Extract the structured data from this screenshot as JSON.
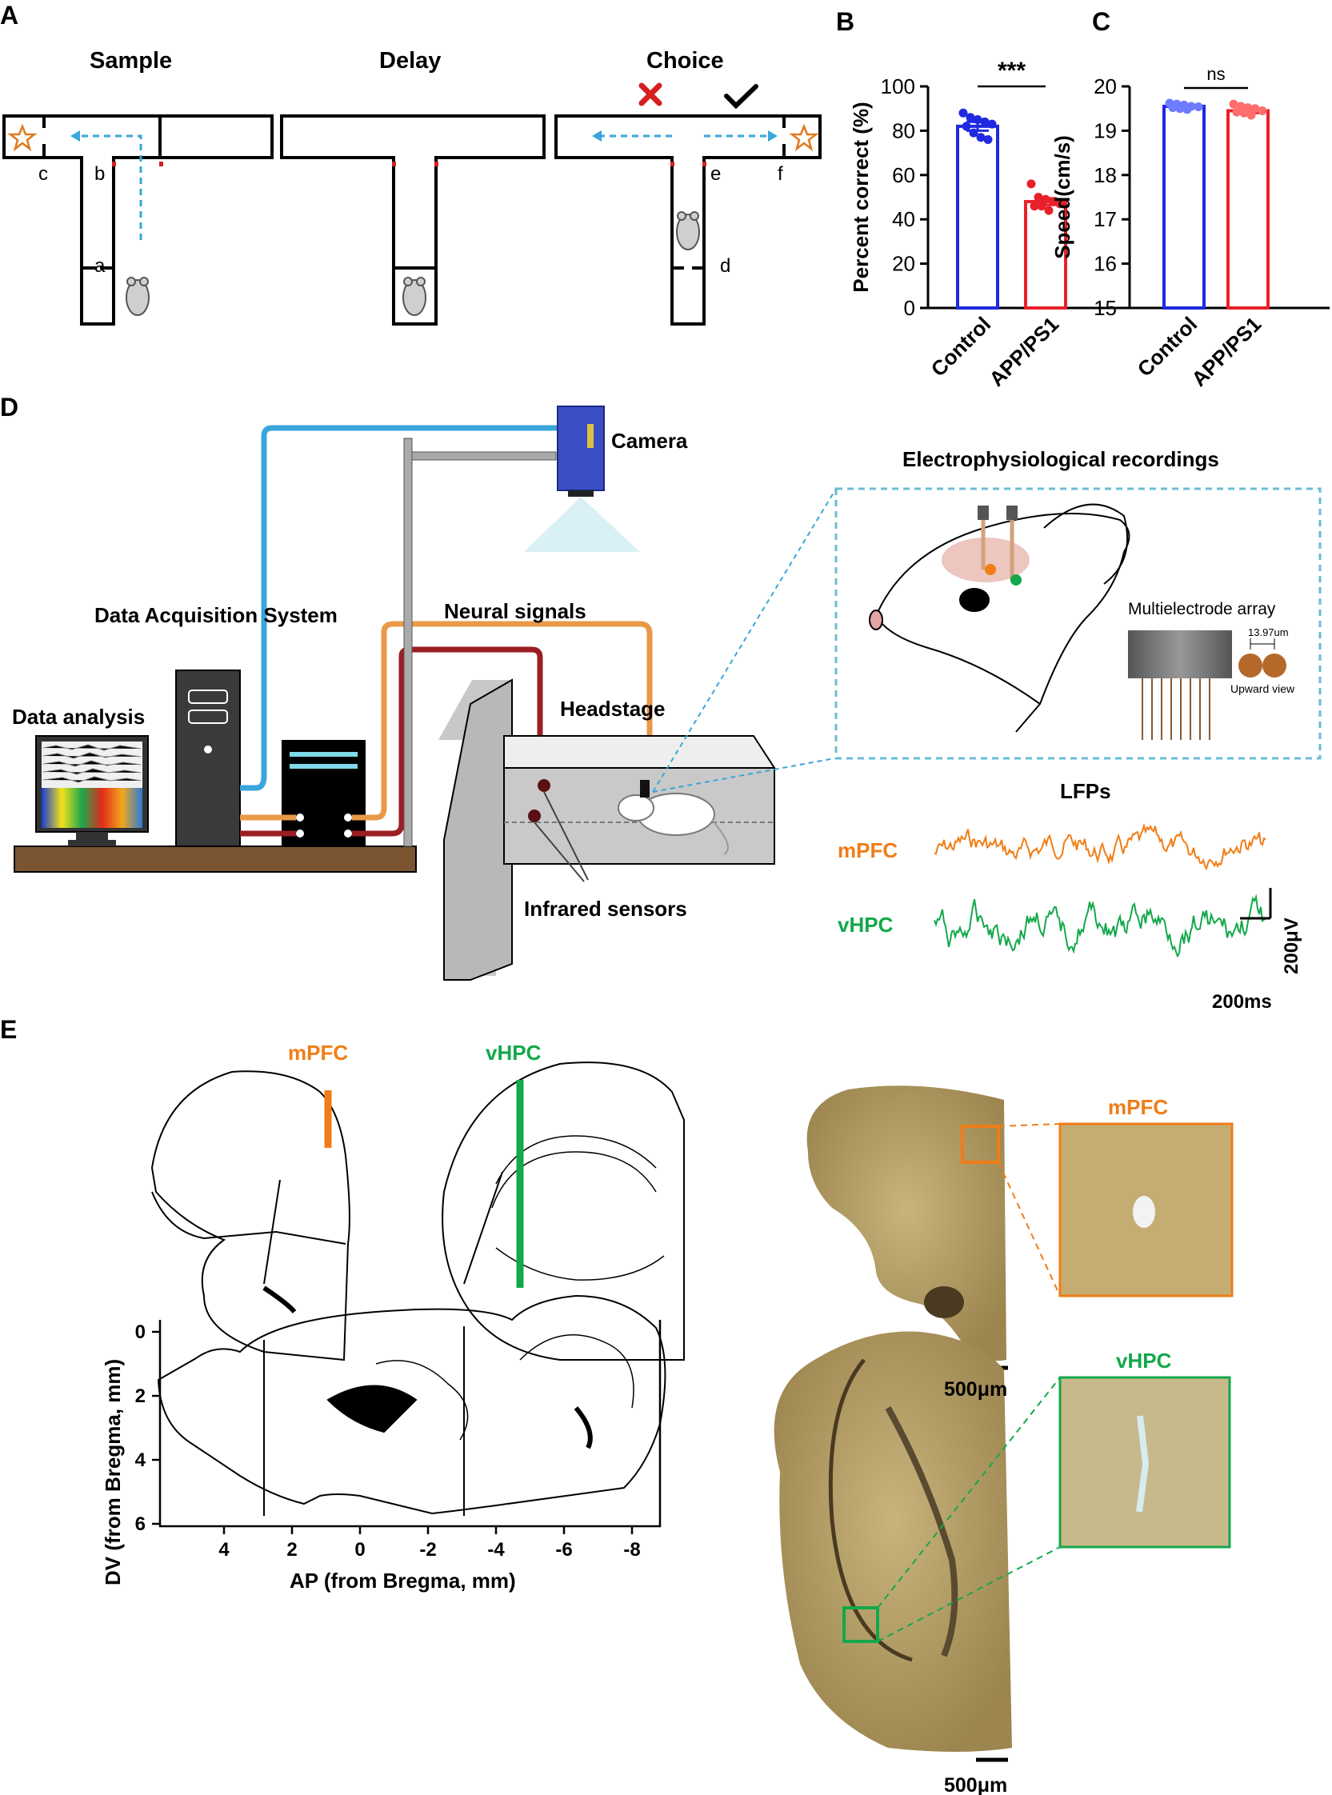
{
  "panels": {
    "a": "A",
    "b": "B",
    "c": "C",
    "d": "D",
    "e": "E"
  },
  "maze": {
    "sample": "Sample",
    "delay": "Delay",
    "choice": "Choice",
    "points": {
      "a": "a",
      "b": "b",
      "c": "c",
      "d": "d",
      "e": "e",
      "f": "f"
    }
  },
  "colors": {
    "control": "#1f2ae0",
    "app": "#e8202a",
    "mpfc": "#f07d16",
    "vhpc": "#13a84a",
    "cyan": "#3aa6dc",
    "brain": "#b59e67"
  },
  "chart_data": [
    {
      "type": "bar",
      "categories": [
        "Control",
        "APP/PS1"
      ],
      "values": [
        82,
        48
      ],
      "points": [
        [
          88,
          86,
          85,
          84,
          83,
          82,
          79,
          77,
          76
        ],
        [
          56,
          50,
          49,
          48,
          47,
          46,
          46,
          44
        ]
      ],
      "sem": [
        2,
        1.5
      ],
      "ylabel": "Percent correct (%)",
      "ylim": [
        0,
        100
      ],
      "yticks": [
        0,
        20,
        40,
        60,
        80,
        100
      ],
      "significance": "***"
    },
    {
      "type": "bar",
      "categories": [
        "Control",
        "APP/PS1"
      ],
      "values": [
        19.55,
        19.45
      ],
      "points": [
        [
          19.62,
          19.6,
          19.58,
          19.55,
          19.54,
          19.52,
          19.5,
          19.48
        ],
        [
          19.6,
          19.55,
          19.52,
          19.5,
          19.45,
          19.42,
          19.4,
          19.35
        ]
      ],
      "sem": [
        0.03,
        0.05
      ],
      "ylabel": "Speed(cm/s)",
      "ylim": [
        15,
        20
      ],
      "yticks": [
        15,
        16,
        17,
        18,
        19,
        20
      ],
      "significance": "ns"
    }
  ],
  "setup": {
    "camera": "Camera",
    "electro": "Electrophysiological recordings",
    "daq": "Data Acquisition System",
    "neural": "Neural signals",
    "analysis": "Data analysis",
    "headstage": "Headstage",
    "infrared": "Infrared sensors",
    "mea": "Multielectrode array",
    "spacing": "13.97um",
    "upward": "Upward view"
  },
  "lfp": {
    "title": "LFPs",
    "mpfc": "mPFC",
    "vhpc": "vHPC",
    "scale_v": "200μV",
    "scale_t": "200ms"
  },
  "atlas": {
    "mpfc": "mPFC",
    "vhpc": "vHPC",
    "xlabel": "AP (from Bregma, mm)",
    "ylabel": "DV (from Bregma, mm)",
    "xticks": [
      "4",
      "2",
      "0",
      "-2",
      "-4",
      "-6",
      "-8"
    ],
    "yticks": [
      "0",
      "2",
      "4",
      "6"
    ]
  },
  "histology": {
    "mpfc": "mPFC",
    "vhpc": "vHPC",
    "scale1": "500μm",
    "scale2": "500μm"
  }
}
